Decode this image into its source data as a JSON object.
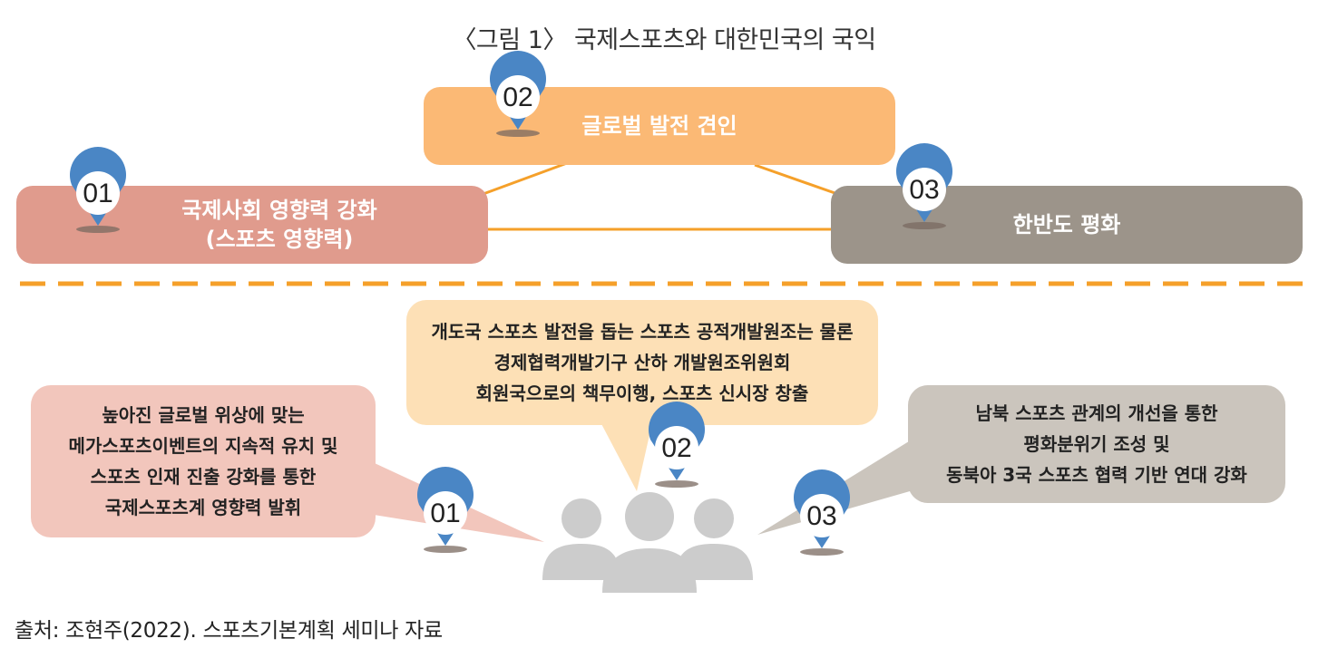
{
  "title": "〈그림 1〉 국제스포츠와 대한민국의 국익",
  "top_section": {
    "items": [
      {
        "marker": "01",
        "lines": [
          "국제사회 영향력 강화",
          "(스포츠 영향력)"
        ]
      },
      {
        "marker": "02",
        "lines": [
          "글로벌 발전 견인"
        ]
      },
      {
        "marker": "03",
        "lines": [
          "한반도 평화"
        ]
      }
    ]
  },
  "bottom_section": {
    "items": [
      {
        "marker": "01",
        "lines": [
          "높아진 글로벌 위상에 맞는",
          "메가스포츠이벤트의 지속적 유치 및",
          "스포츠 인재 진출 강화를 통한",
          "국제스포츠계 영향력 발휘"
        ]
      },
      {
        "marker": "02",
        "lines": [
          "개도국 스포츠 발전을 돕는 스포츠 공적개발원조는 물론",
          "경제협력개발기구 산하 개발원조위원회",
          "회원국으로의 책무이행, 스포츠 신시장 창출"
        ]
      },
      {
        "marker": "03",
        "lines": [
          "남북 스포츠 관계의 개선을 통한",
          "평화분위기 조성 및",
          "동북아 3국 스포츠 협력 기반 연대 강화"
        ]
      }
    ]
  },
  "source": "출처: 조현주(2022). 스포츠기본계획 세미나 자료",
  "colors": {
    "box1": "#e09b8d",
    "box2": "#fbb975",
    "box3": "#9c948a",
    "connector": "#f5a02a",
    "divider": "#f5a02a",
    "marker_ring": "#4a86c5",
    "people": "#cccccc"
  },
  "icons": [
    "location-pin-icon",
    "people-group-icon"
  ]
}
